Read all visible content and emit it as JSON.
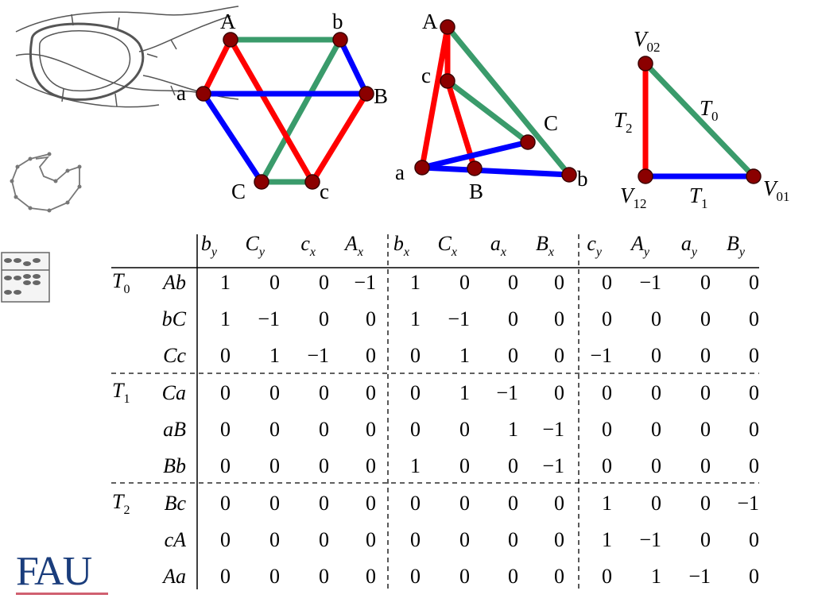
{
  "graph1": {
    "node_labels": {
      "A": "A",
      "b": "b",
      "a": "a",
      "B": "B",
      "C": "C",
      "c": "c"
    }
  },
  "graph2": {
    "node_labels": {
      "A": "A",
      "c": "c",
      "C": "C",
      "a": "a",
      "B": "B",
      "b": "b"
    }
  },
  "tree": {
    "vertices": {
      "V02": {
        "main": "V",
        "sub": "02"
      },
      "V12": {
        "main": "V",
        "sub": "12"
      },
      "V01": {
        "main": "V",
        "sub": "01"
      }
    },
    "edges": {
      "T0": {
        "main": "T",
        "sub": "0"
      },
      "T1": {
        "main": "T",
        "sub": "1"
      },
      "T2": {
        "main": "T",
        "sub": "2"
      }
    }
  },
  "table": {
    "columns": [
      {
        "main": "b",
        "sub": "y"
      },
      {
        "main": "C",
        "sub": "y"
      },
      {
        "main": "c",
        "sub": "x"
      },
      {
        "main": "A",
        "sub": "x"
      },
      {
        "main": "b",
        "sub": "x"
      },
      {
        "main": "C",
        "sub": "x"
      },
      {
        "main": "a",
        "sub": "x"
      },
      {
        "main": "B",
        "sub": "x"
      },
      {
        "main": "c",
        "sub": "y"
      },
      {
        "main": "A",
        "sub": "y"
      },
      {
        "main": "a",
        "sub": "y"
      },
      {
        "main": "B",
        "sub": "y"
      }
    ],
    "groups": [
      {
        "main": "T",
        "sub": "0"
      },
      {
        "main": "T",
        "sub": "1"
      },
      {
        "main": "T",
        "sub": "2"
      }
    ],
    "rows": [
      {
        "label": "Ab",
        "values": [
          "1",
          "0",
          "0",
          "−1",
          "1",
          "0",
          "0",
          "0",
          "0",
          "−1",
          "0",
          "0"
        ]
      },
      {
        "label": "bC",
        "values": [
          "1",
          "−1",
          "0",
          "0",
          "1",
          "−1",
          "0",
          "0",
          "0",
          "0",
          "0",
          "0"
        ]
      },
      {
        "label": "Cc",
        "values": [
          "0",
          "1",
          "−1",
          "0",
          "0",
          "1",
          "0",
          "0",
          "−1",
          "0",
          "0",
          "0"
        ]
      },
      {
        "label": "Ca",
        "values": [
          "0",
          "0",
          "0",
          "0",
          "0",
          "1",
          "−1",
          "0",
          "0",
          "0",
          "0",
          "0"
        ]
      },
      {
        "label": "aB",
        "values": [
          "0",
          "0",
          "0",
          "0",
          "0",
          "0",
          "1",
          "−1",
          "0",
          "0",
          "0",
          "0"
        ]
      },
      {
        "label": "Bb",
        "values": [
          "0",
          "0",
          "0",
          "0",
          "1",
          "0",
          "0",
          "−1",
          "0",
          "0",
          "0",
          "0"
        ]
      },
      {
        "label": "Bc",
        "values": [
          "0",
          "0",
          "0",
          "0",
          "0",
          "0",
          "0",
          "0",
          "1",
          "0",
          "0",
          "−1"
        ]
      },
      {
        "label": "cA",
        "values": [
          "0",
          "0",
          "0",
          "0",
          "0",
          "0",
          "0",
          "0",
          "1",
          "−1",
          "0",
          "0"
        ]
      },
      {
        "label": "Aa",
        "values": [
          "0",
          "0",
          "0",
          "0",
          "0",
          "0",
          "0",
          "0",
          "0",
          "1",
          "−1",
          "0"
        ]
      }
    ]
  },
  "logo": {
    "text": "FAU"
  },
  "colors": {
    "red": "#ff0000",
    "green": "#3a9b6b",
    "blue": "#0000ff",
    "node": "#8b0000",
    "logo": "#1a3d7c"
  }
}
